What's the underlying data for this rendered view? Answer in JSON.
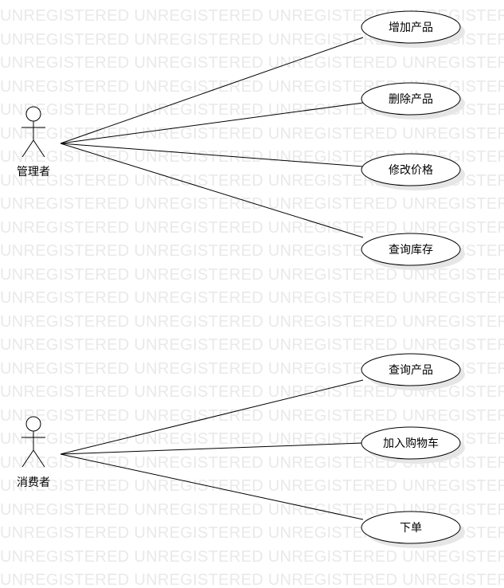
{
  "watermark": "UNREGISTERED UNREGISTERED UNREGISTERED UNREGISTERED",
  "actors": [
    {
      "id": "admin",
      "label": "管理者"
    },
    {
      "id": "consumer",
      "label": "消费者"
    }
  ],
  "use_cases": [
    {
      "id": "uc1",
      "label": "增加产品",
      "actor": "admin"
    },
    {
      "id": "uc2",
      "label": "删除产品",
      "actor": "admin"
    },
    {
      "id": "uc3",
      "label": "修改价格",
      "actor": "admin"
    },
    {
      "id": "uc4",
      "label": "查询库存",
      "actor": "admin"
    },
    {
      "id": "uc5",
      "label": "查询产品",
      "actor": "consumer"
    },
    {
      "id": "uc6",
      "label": "加入购物车",
      "actor": "consumer"
    },
    {
      "id": "uc7",
      "label": "下单",
      "actor": "consumer"
    }
  ],
  "colors": {
    "line": "#000000",
    "ellipse_fill": "#ffffff",
    "shadow": "#e6e6e6",
    "watermark": "#e9e9e9"
  }
}
